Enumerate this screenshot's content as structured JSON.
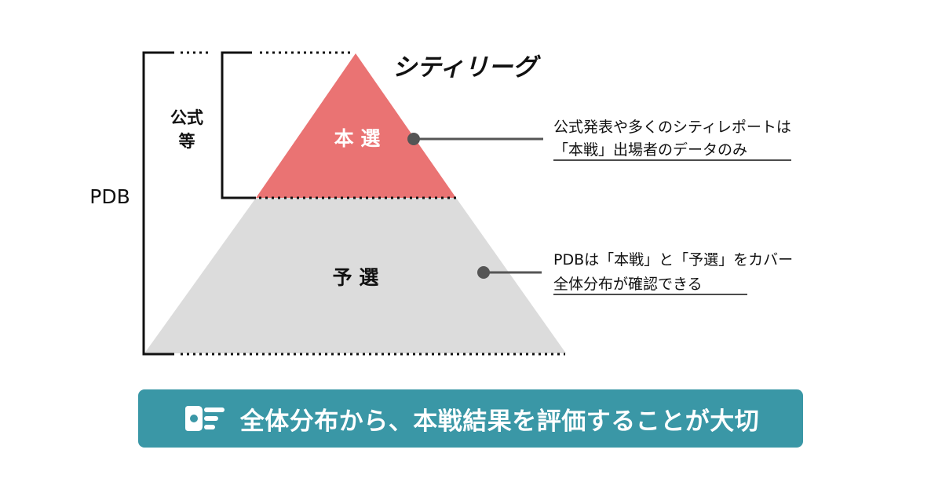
{
  "colors": {
    "top_tier": "#ea7373",
    "bottom_tier": "#dcdcdc",
    "line": "#111111",
    "leader": "#555555",
    "banner_bg": "#3a97a6",
    "text_dark": "#111111",
    "text_light": "#ffffff"
  },
  "logo": "シティリーグ",
  "bracket": {
    "outer_label": "PDB",
    "inner_label_line1": "公式",
    "inner_label_line2": "等"
  },
  "tiers": {
    "top_label": "本 選",
    "bottom_label": "予 選"
  },
  "notes": {
    "top_line1": "公式発表や多くのシティレポートは",
    "top_line2": "「本戦」出場者のデータのみ",
    "bottom_line1": "PDBは「本戦」と「予選」をカバー",
    "bottom_line2": "全体分布が確認できる"
  },
  "banner": {
    "text": "全体分布から、本戦結果を評価することが大切",
    "icon": "pointing-hand-icon"
  }
}
